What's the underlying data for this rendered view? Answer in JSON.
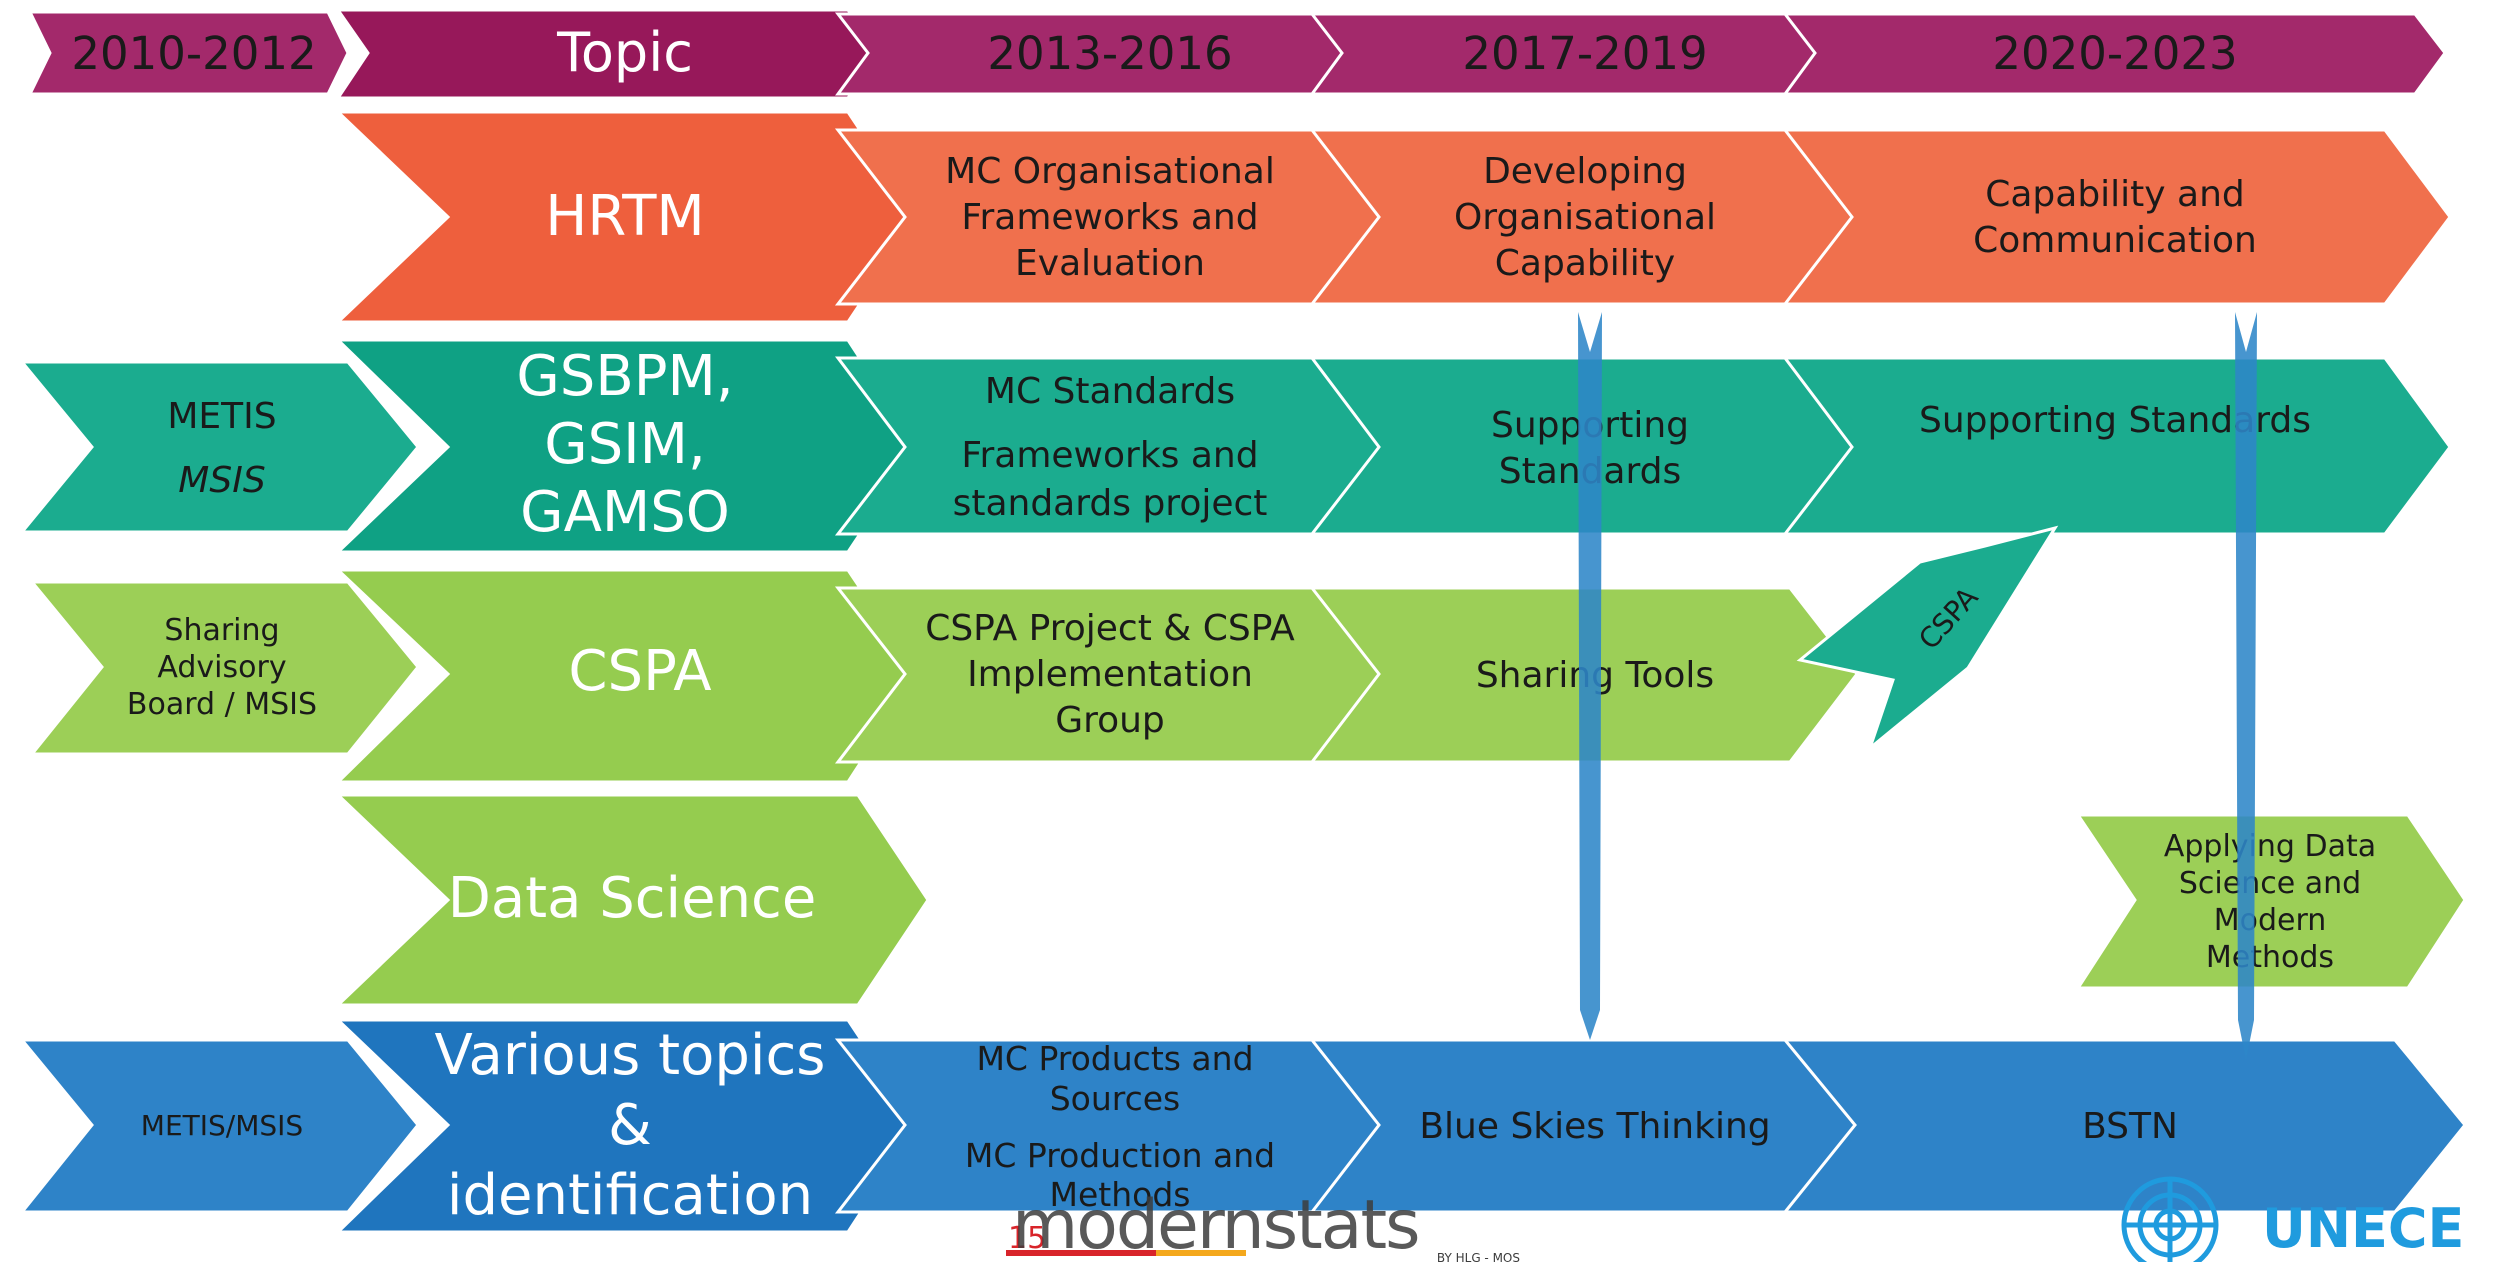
{
  "colors": {
    "header": "#A3296B",
    "header_topic": "#97185A",
    "hrtm": "#F0704D",
    "hrtm_topic": "#EE5F3D",
    "standards": "#1BAC8F",
    "standards_topic": "#0FA184",
    "cspa": "#9CCF57",
    "cspa_topic": "#95CC4F",
    "blue": "#2E83C8",
    "blue_topic": "#1F75BE",
    "connector": "#2E86C8",
    "logo_gray": "#3D3D3D",
    "logo_red": "#D8242A",
    "logo_yellow": "#F4A81D",
    "un_blue": "#1F9BDE"
  },
  "header": {
    "period_1": "2010-2012",
    "topic": "Topic",
    "period_2": "2013-2016",
    "period_3": "2017-2019",
    "period_4": "2020-2023"
  },
  "rows": {
    "hrtm": {
      "topic": "HRTM",
      "p2": [
        "MC Organisational",
        "Frameworks and",
        "Evaluation"
      ],
      "p3": [
        "Developing",
        "Organisational",
        "Capability"
      ],
      "p4": [
        "Capability and",
        "Communication"
      ]
    },
    "standards": {
      "p1_line1": "METIS",
      "p1_line2": "MSIS",
      "topic": [
        "GSBPM,",
        "GSIM,",
        "GAMSO"
      ],
      "p2_title": "MC Standards",
      "p2": [
        "Frameworks and",
        "standards project"
      ],
      "p3": [
        "Supporting",
        "Standards"
      ],
      "p4": "Supporting Standards"
    },
    "cspa": {
      "p1": [
        "Sharing",
        "Advisory",
        "Board / MSIS"
      ],
      "topic": "CSPA",
      "p2": [
        "CSPA Project & CSPA",
        "Implementation",
        "Group"
      ],
      "p3": "Sharing Tools",
      "branch": "CSPA"
    },
    "data_science": {
      "topic": "Data Science",
      "p4": [
        "Applying Data",
        "Science and",
        "Modern",
        "Methods"
      ]
    },
    "blue": {
      "p1": "METIS/MSIS",
      "topic": [
        "Various topics",
        "&",
        "identification"
      ],
      "p2_a": [
        "MC Products and",
        "Sources"
      ],
      "p2_b": [
        "MC Production and",
        "Methods"
      ],
      "p3": "Blue Skies Thinking",
      "p4": "BSTN"
    }
  },
  "logos": {
    "modernstats_prefix": "15",
    "modernstats": "modernstats",
    "modernstats_by": "BY HLG - MOS",
    "unece": "UNECE"
  }
}
